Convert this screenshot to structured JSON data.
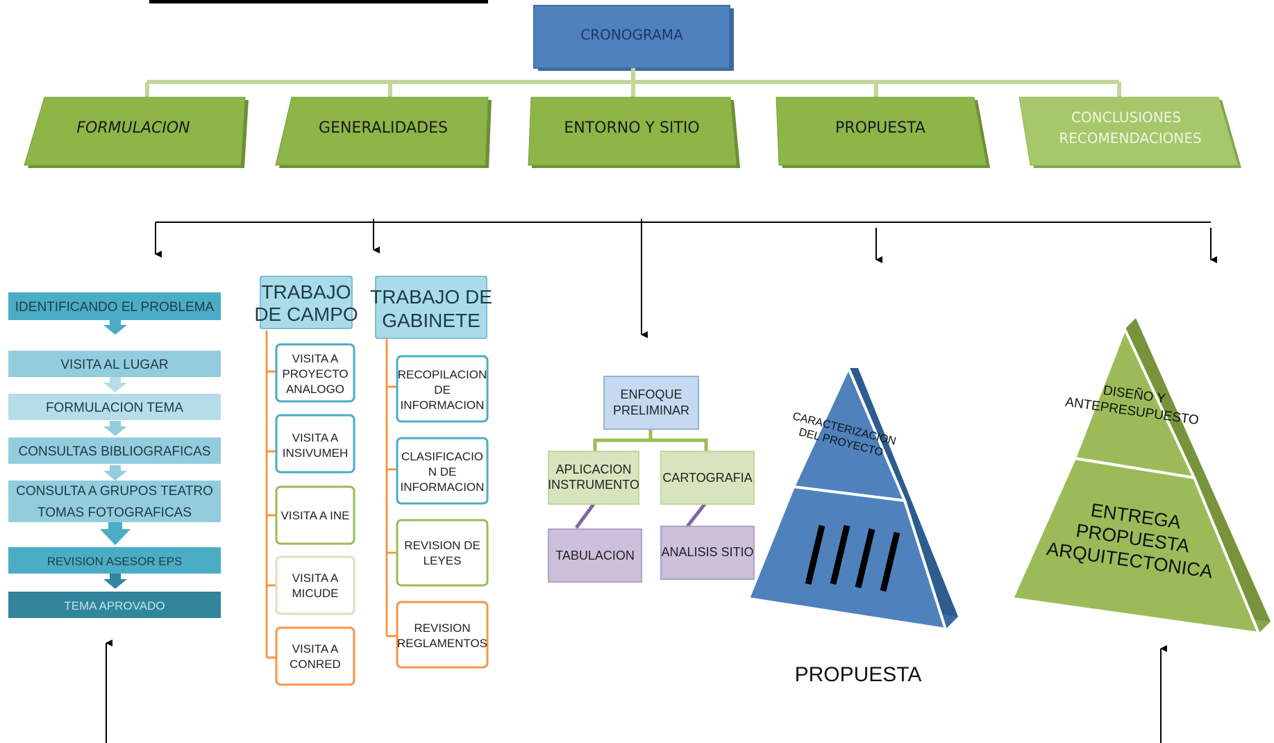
{
  "root": {
    "label": "CRONOGRAMA"
  },
  "phases": [
    {
      "label": "FORMULACION"
    },
    {
      "label": "GENERALIDADES"
    },
    {
      "label": "ENTORNO Y SITIO"
    },
    {
      "label": "PROPUESTA"
    },
    {
      "label_line1": "CONCLUSIONES",
      "label_line2": "RECOMENDACIONES"
    }
  ],
  "formulacion_steps": [
    "IDENTIFICANDO EL PROBLEMA",
    "VISITA AL LUGAR",
    "FORMULACION TEMA",
    "CONSULTAS BIBLIOGRAFICAS",
    [
      "CONSULTA A GRUPOS TEATRO",
      "TOMAS FOTOGRAFICAS"
    ],
    "REVISION ASESOR EPS",
    "TEMA APROVADO"
  ],
  "trabajo_campo": {
    "header": [
      "TRABAJO",
      "DE CAMPO"
    ],
    "items": [
      [
        "VISITA A",
        "PROYECTO",
        "ANALOGO"
      ],
      [
        "VISITA A",
        "INSIVUMEH"
      ],
      [
        "VISITA A INE"
      ],
      [
        "VISITA A",
        "MICUDE"
      ],
      [
        "VISITA A",
        "CONRED"
      ]
    ]
  },
  "trabajo_gabinete": {
    "header": [
      "TRABAJO DE",
      "GABINETE"
    ],
    "items": [
      [
        "RECOPILACION",
        "DE",
        "INFORMACION"
      ],
      [
        "CLASIFICACIO",
        "N DE",
        "INFORMACION"
      ],
      [
        "REVISION DE",
        "LEYES"
      ],
      [
        "REVISION",
        "REGLAMENTOS"
      ]
    ]
  },
  "entorno": {
    "top": [
      "ENFOQUE",
      "PRELIMINAR"
    ],
    "left": [
      "APLICACION",
      "INSTRUMENTO"
    ],
    "right": "CARTOGRAFIA",
    "left_child": "TABULACION",
    "right_child": "ANALISIS SITIO"
  },
  "propuesta_pyramid": {
    "top_label": [
      "CARACTERIZACION",
      "DEL PROYECTO"
    ],
    "caption": "PROPUESTA"
  },
  "conclusiones_pyramid": {
    "top_label": [
      "DISEÑO Y",
      "ANTEPRESUPUESTO"
    ],
    "bottom_label": [
      "ENTREGA",
      "PROPUESTA",
      "ARQUITECTONICA"
    ]
  },
  "colors": {
    "root_blue": "#4f81bd",
    "phase_green": "#8db548",
    "phase_green_light": "#a6c86a",
    "connector_green": "#c3d69b",
    "teal": "#4bacc6",
    "orange": "#f79646",
    "green_box": "#9bbb59",
    "purple": "#c9b8e0",
    "pyramid_blue": "#4f81bd",
    "pyramid_green": "#9bbb59"
  }
}
